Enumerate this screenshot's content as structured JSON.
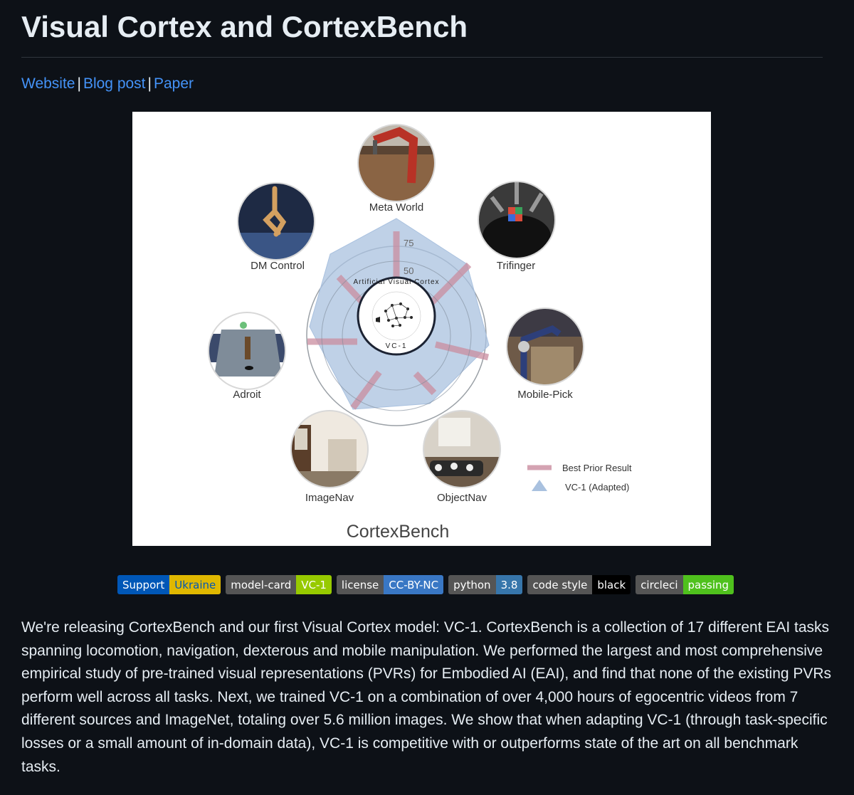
{
  "title": "Visual Cortex and CortexBench",
  "links": [
    {
      "label": "Website"
    },
    {
      "label": "Blog post"
    },
    {
      "label": "Paper"
    }
  ],
  "link_separator": "|",
  "figure": {
    "caption": "CortexBench",
    "center_logo": {
      "arc_text": "Artificial Visual Cortex",
      "model": "VC-1"
    },
    "axis_ticks": [
      "75",
      "50"
    ],
    "tasks": [
      "Meta World",
      "Trifinger",
      "Mobile-Pick",
      "ObjectNav",
      "ImageNav",
      "Adroit",
      "DM Control"
    ],
    "legend": [
      {
        "label": "Best Prior Result",
        "color": "#c98c9f"
      },
      {
        "label": "VC-1 (Adapted)",
        "color": "#a9c1df"
      }
    ]
  },
  "badges": [
    {
      "left": "Support",
      "right": "Ukraine",
      "left_color": "#0057b7",
      "right_color": "#e0b800",
      "right_text_color": "#0057b7"
    },
    {
      "left": "model-card",
      "right": "VC-1",
      "left_color": "#555555",
      "right_color": "#97ca00",
      "right_text_color": "#ffffff"
    },
    {
      "left": "license",
      "right": "CC-BY-NC",
      "left_color": "#555555",
      "right_color": "#3977c4",
      "right_text_color": "#ffffff"
    },
    {
      "left": "python",
      "right": "3.8",
      "left_color": "#555555",
      "right_color": "#3776ab",
      "right_text_color": "#ffffff"
    },
    {
      "left": "code style",
      "right": "black",
      "left_color": "#555555",
      "right_color": "#000000",
      "right_text_color": "#ffffff"
    },
    {
      "left": "circleci",
      "right": "passing",
      "left_color": "#555555",
      "right_color": "#4fc11d",
      "right_text_color": "#ffffff"
    }
  ],
  "description": "We're releasing CortexBench and our first Visual Cortex model: VC-1. CortexBench is a collection of 17 different EAI tasks spanning locomotion, navigation, dexterous and mobile manipulation. We performed the largest and most comprehensive empirical study of pre-trained visual representations (PVRs) for Embodied AI (EAI), and find that none of the existing PVRs perform well across all tasks. Next, we trained VC-1 on a combination of over 4,000 hours of egocentric videos from 7 different sources and ImageNet, totaling over 5.6 million images. We show that when adapting VC-1 (through task-specific losses or a small amount of in-domain data), VC-1 is competitive with or outperforms state of the art on all benchmark tasks."
}
